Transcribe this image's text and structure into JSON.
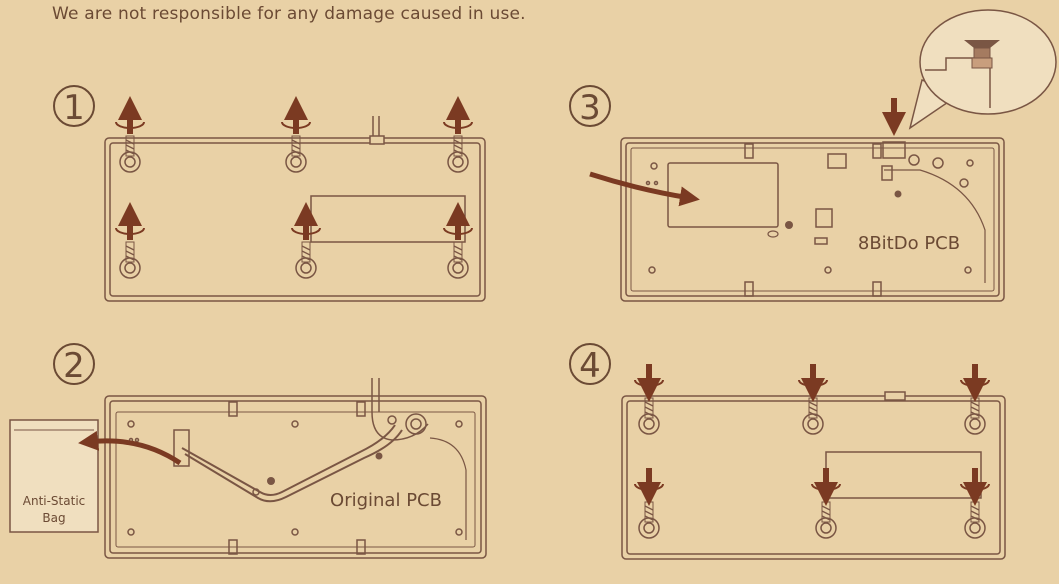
{
  "disclaimer": "We are not responsible for any damage caused in use.",
  "steps": [
    {
      "number": "1"
    },
    {
      "number": "2"
    },
    {
      "number": "3"
    },
    {
      "number": "4"
    }
  ],
  "labels": {
    "anti_static_bag_line1": "Anti-Static",
    "anti_static_bag_line2": "Bag",
    "original_pcb": "Original PCB",
    "bitdo_pcb": "8BitDo PCB"
  },
  "colors": {
    "background": "#e9d1a6",
    "line": "#7a5644",
    "arrow": "#7b3a22",
    "text": "#6b4a34"
  },
  "icons": [
    "screw-remove-arrow-icon",
    "screw-insert-arrow-icon",
    "rotation-arrow-icon",
    "magnifier-callout-icon"
  ]
}
